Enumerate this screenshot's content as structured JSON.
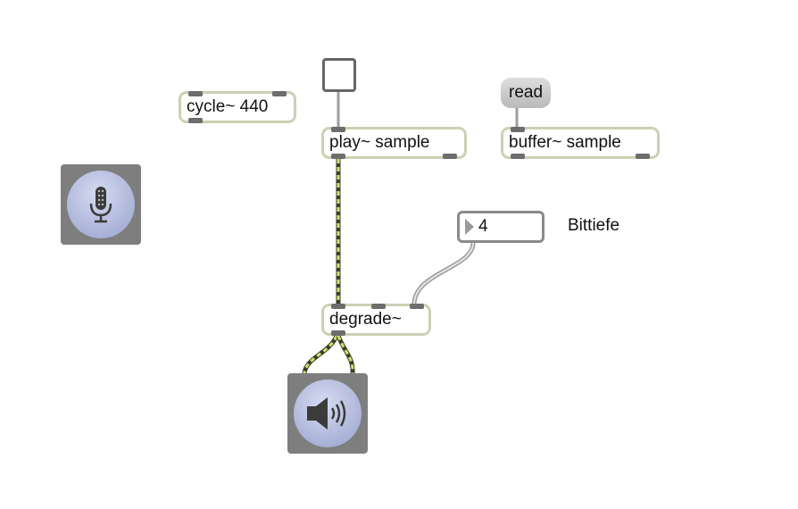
{
  "patcher": {
    "objects": {
      "cycle": "cycle~ 440",
      "play": "play~ sample",
      "buffer": "buffer~ sample",
      "degrade": "degrade~"
    },
    "message": {
      "read": "read"
    },
    "number_box": {
      "value": "4"
    },
    "comment": {
      "bittiefe": "Bittiefe"
    },
    "icons": {
      "adc": "microphone-icon",
      "dac": "speaker-icon"
    },
    "colors": {
      "object_border": "#c9d2b3",
      "signal_cord": "#c7e86a",
      "dsp_background": "#7e7e7e"
    }
  }
}
